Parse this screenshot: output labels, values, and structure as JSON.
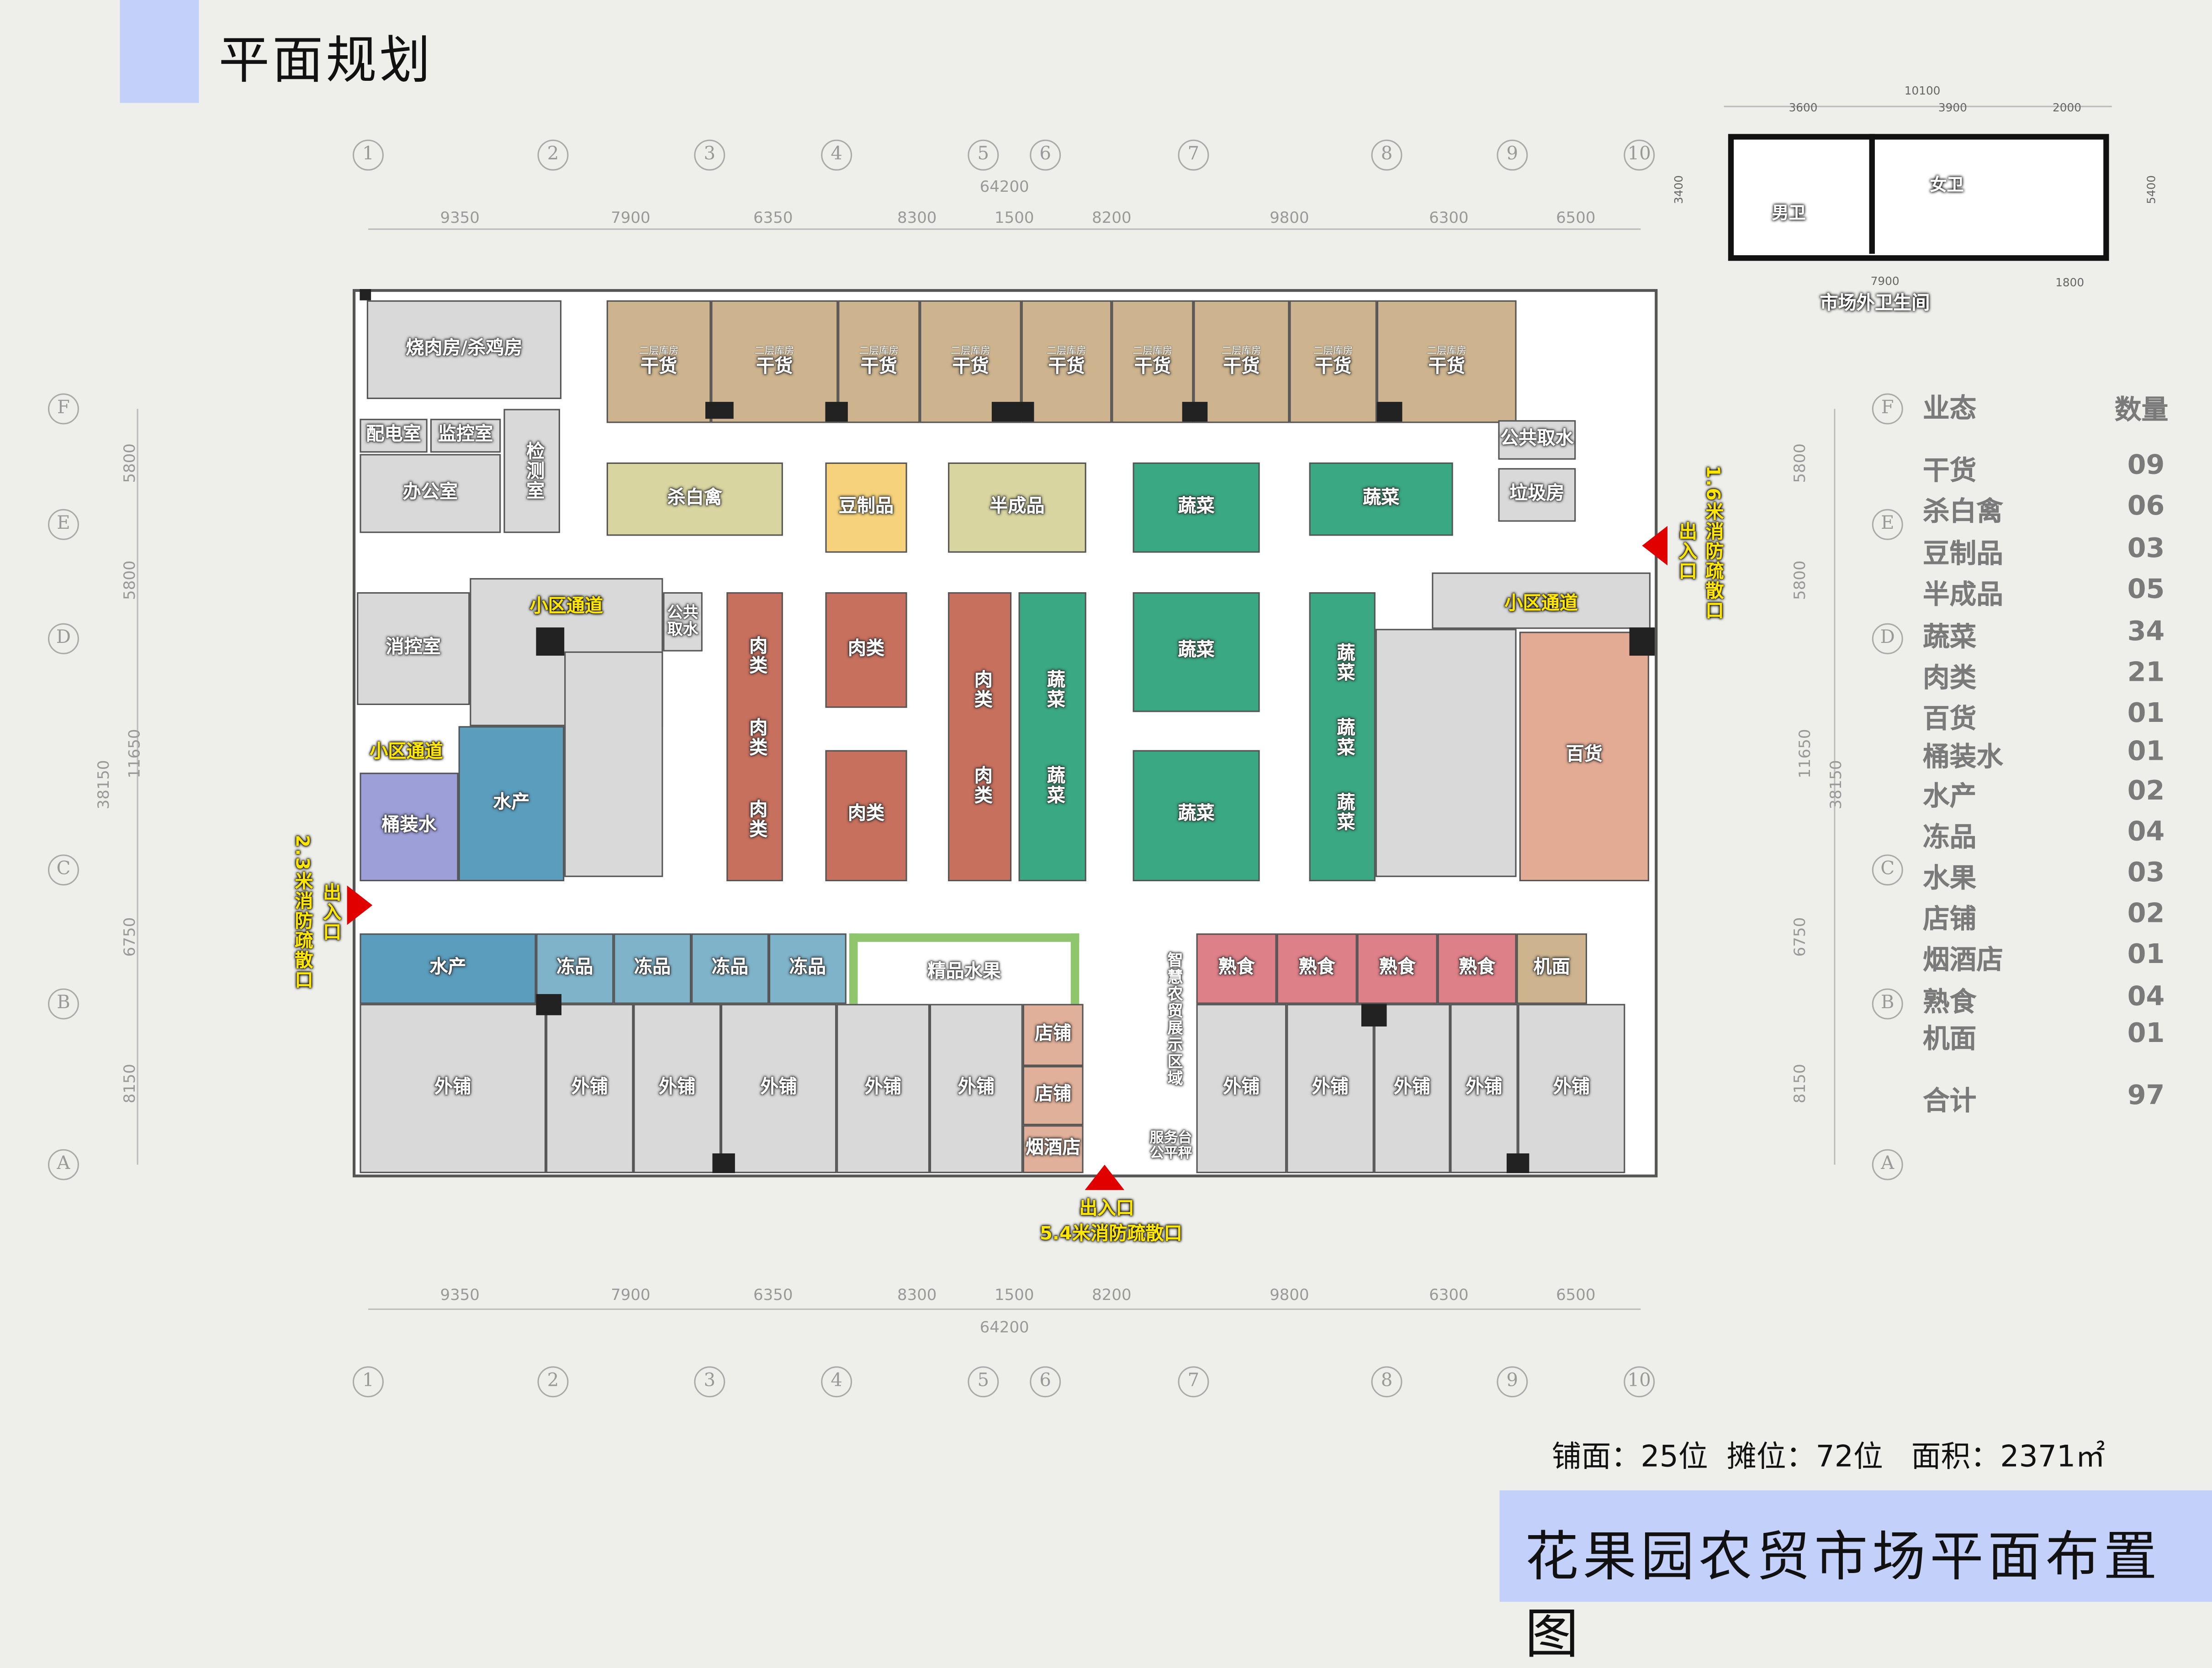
{
  "header": {
    "title": "平面规划"
  },
  "footer": {
    "banner": "花果园农贸市场平面布置图",
    "stats": "铺面：25位  摊位：72位   面积：2371㎡"
  },
  "grid": {
    "columns": [
      "1",
      "2",
      "3",
      "4",
      "5",
      "6",
      "7",
      "8",
      "9",
      "10"
    ],
    "column_dims": [
      "9350",
      "7900",
      "6350",
      "8300",
      "1500",
      "8200",
      "9800",
      "6300",
      "6500"
    ],
    "total_width": "64200",
    "rows": [
      "F",
      "E",
      "D",
      "C",
      "B",
      "A"
    ],
    "row_dims": [
      "5800",
      "5800",
      "11650",
      "6750",
      "8150"
    ],
    "total_height": "38150"
  },
  "legend": {
    "header_type": "业态",
    "header_count": "数量",
    "items": [
      {
        "name": "干货",
        "count": "09"
      },
      {
        "name": "杀白禽",
        "count": "06"
      },
      {
        "name": "豆制品",
        "count": "03"
      },
      {
        "name": "半成品",
        "count": "05"
      },
      {
        "name": "蔬菜",
        "count": "34"
      },
      {
        "name": "肉类",
        "count": "21"
      },
      {
        "name": "百货",
        "count": "01"
      },
      {
        "name": "桶装水",
        "count": "01"
      },
      {
        "name": "水产",
        "count": "02"
      },
      {
        "name": "冻品",
        "count": "04"
      },
      {
        "name": "水果",
        "count": "03"
      },
      {
        "name": "店铺",
        "count": "02"
      },
      {
        "name": "烟酒店",
        "count": "01"
      },
      {
        "name": "熟食",
        "count": "04"
      },
      {
        "name": "机面",
        "count": "01"
      }
    ],
    "total_name": "合计",
    "total_count": "97"
  },
  "toilet": {
    "title": "市场外卫生间",
    "men": "男卫",
    "women": "女卫",
    "dims_top": [
      "10100",
      "3600",
      "3900",
      "2000"
    ],
    "dims_side": [
      "3400",
      "5400"
    ],
    "dims_bottom": [
      "7900",
      "1800"
    ]
  },
  "rooms": {
    "bbq": "烧肉房/杀鸡房",
    "dry_top": "二层库房",
    "dry": "干货",
    "power": "配电室",
    "monitor": "监控室",
    "inspect": "检测室",
    "office": "办公室",
    "water_pub": "公共取水",
    "garbage": "垃圾房",
    "fire_ctrl": "消控室",
    "passage": "小区通道",
    "poultry": "杀白禽",
    "tofu": "豆制品",
    "semi": "半成品",
    "veg": "蔬菜",
    "meat": "肉类",
    "bottled": "桶装水",
    "aquatic": "水产",
    "frozen": "冻品",
    "fruit": "精品水果",
    "deli": "熟食",
    "noodle": "机面",
    "general": "百货",
    "outer": "外铺",
    "shop": "店铺",
    "tobacco": "烟酒店",
    "smart": "智慧农贸展示区域",
    "service": "服务台公平秤"
  },
  "entrances": {
    "label": "出入口",
    "bottom": "5.4米消防疏散口",
    "left": "2.3米消防疏散口",
    "right": "1.6米消防疏散口"
  },
  "colors": {
    "banner": "#c3d0fa",
    "dry": "#cdb48f",
    "poultry": "#d8d5a0",
    "tofu": "#f5d27b",
    "veg": "#3aa883",
    "meat": "#c8705e",
    "general": "#e3ab94",
    "bottled": "#9c9fd8",
    "aquatic": "#5b9dbd",
    "frozen": "#7fb3c9",
    "fruit": "#8fc56d",
    "deli": "#dd8088",
    "noodle": "#cdb48f",
    "shop": "#e0b09a",
    "outer": "#d9d9d9"
  }
}
